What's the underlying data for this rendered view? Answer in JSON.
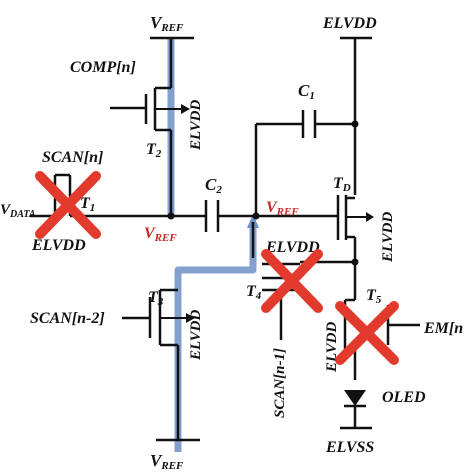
{
  "labels": {
    "vref_top": "V",
    "vref_top_sub": "REF",
    "elvdd_top": "ELVDD",
    "comp": "COMP[n]",
    "t2": "T",
    "t2_sub": "2",
    "t2_elvdd": "ELVDD",
    "c1": "C",
    "c1_sub": "1",
    "scan_n": "SCAN[n]",
    "vdata": "V",
    "vdata_sub": "DATA",
    "t1": "T",
    "t1_sub": "1",
    "elvdd_t1": "ELVDD",
    "c2": "C",
    "c2_sub": "2",
    "vref_left": "V",
    "vref_left_sub": "REF",
    "vref_mid": "V",
    "vref_mid_sub": "REF",
    "td": "T",
    "td_sub": "D",
    "td_elvdd": "ELVDD",
    "elvdd_t4": "ELVDD",
    "t3": "T",
    "t3_sub": "3",
    "scan_n2": "SCAN[n-2]",
    "t3_elvdd": "ELVDD",
    "t4": "T",
    "t4_sub": "4",
    "t5": "T",
    "t5_sub": "5",
    "em": "EM[n",
    "scan_n1": "SCAN[n-1]",
    "t5_elvdd": "ELVDD",
    "oled": "OLED",
    "vref_bottom": "V",
    "vref_bottom_sub": "REF",
    "elvss": "ELVSS"
  },
  "colors": {
    "wire": "#111111",
    "highlight": "#6d8fc7",
    "red_label": "#c62828",
    "cross": "#e23b2e"
  }
}
